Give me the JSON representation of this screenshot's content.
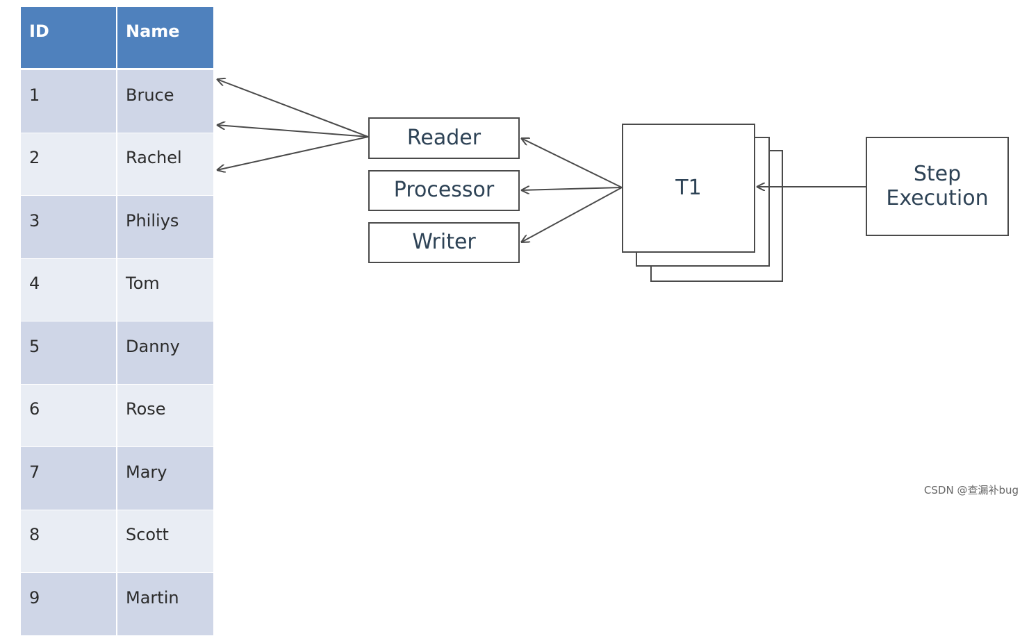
{
  "table": {
    "headers": [
      "ID",
      "Name"
    ],
    "rows": [
      [
        "1",
        "Bruce"
      ],
      [
        "2",
        "Rachel"
      ],
      [
        "3",
        "Philiys"
      ],
      [
        "4",
        "Tom"
      ],
      [
        "5",
        "Danny"
      ],
      [
        "6",
        "Rose"
      ],
      [
        "7",
        "Mary"
      ],
      [
        "8",
        "Scott"
      ],
      [
        "9",
        "Martin"
      ]
    ]
  },
  "nodes": {
    "reader": "Reader",
    "processor": "Processor",
    "writer": "Writer",
    "t1": "T1",
    "step_line1": "Step",
    "step_line2": "Execution"
  },
  "watermark": "CSDN @查漏补bug",
  "colors": {
    "header_bg": "#4f81bd",
    "row_odd": "#cfd6e7",
    "row_even": "#e9edf4",
    "box_text": "#2e4356",
    "line": "#4a4a4a"
  }
}
